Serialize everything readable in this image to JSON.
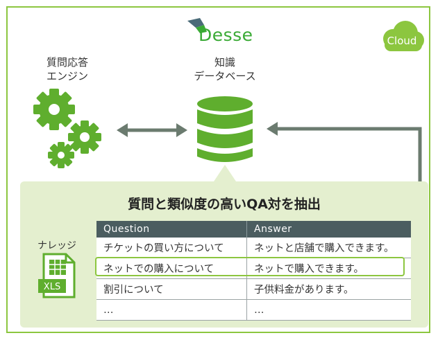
{
  "logo": {
    "text": "Desse"
  },
  "cloud": {
    "label": "Cloud"
  },
  "engine": {
    "line1": "質問応答",
    "line2": "エンジン",
    "icon": "gears-icon"
  },
  "knowledge_db": {
    "line1": "知識",
    "line2": "データベース",
    "icon": "database-icon"
  },
  "panel": {
    "title": "質問と類似度の高いQA対を抽出",
    "knowledge_label": "ナレッジ",
    "file_badge": "XLS"
  },
  "table": {
    "headers": [
      "Question",
      "Answer"
    ],
    "rows": [
      [
        "チケットの買い方について",
        "ネットと店舗で購入できます。"
      ],
      [
        "ネットでの購入について",
        "ネットで購入できます。"
      ],
      [
        "割引について",
        "子供料金があります。"
      ],
      [
        "…",
        "…"
      ]
    ],
    "highlighted_row": 1
  },
  "colors": {
    "accent_green": "#8cc63f",
    "dark_green": "#5b9a1e",
    "panel_bg": "#e4efcf",
    "header_bg": "#4b5d60",
    "arrow_gray": "#6b7b6f"
  }
}
